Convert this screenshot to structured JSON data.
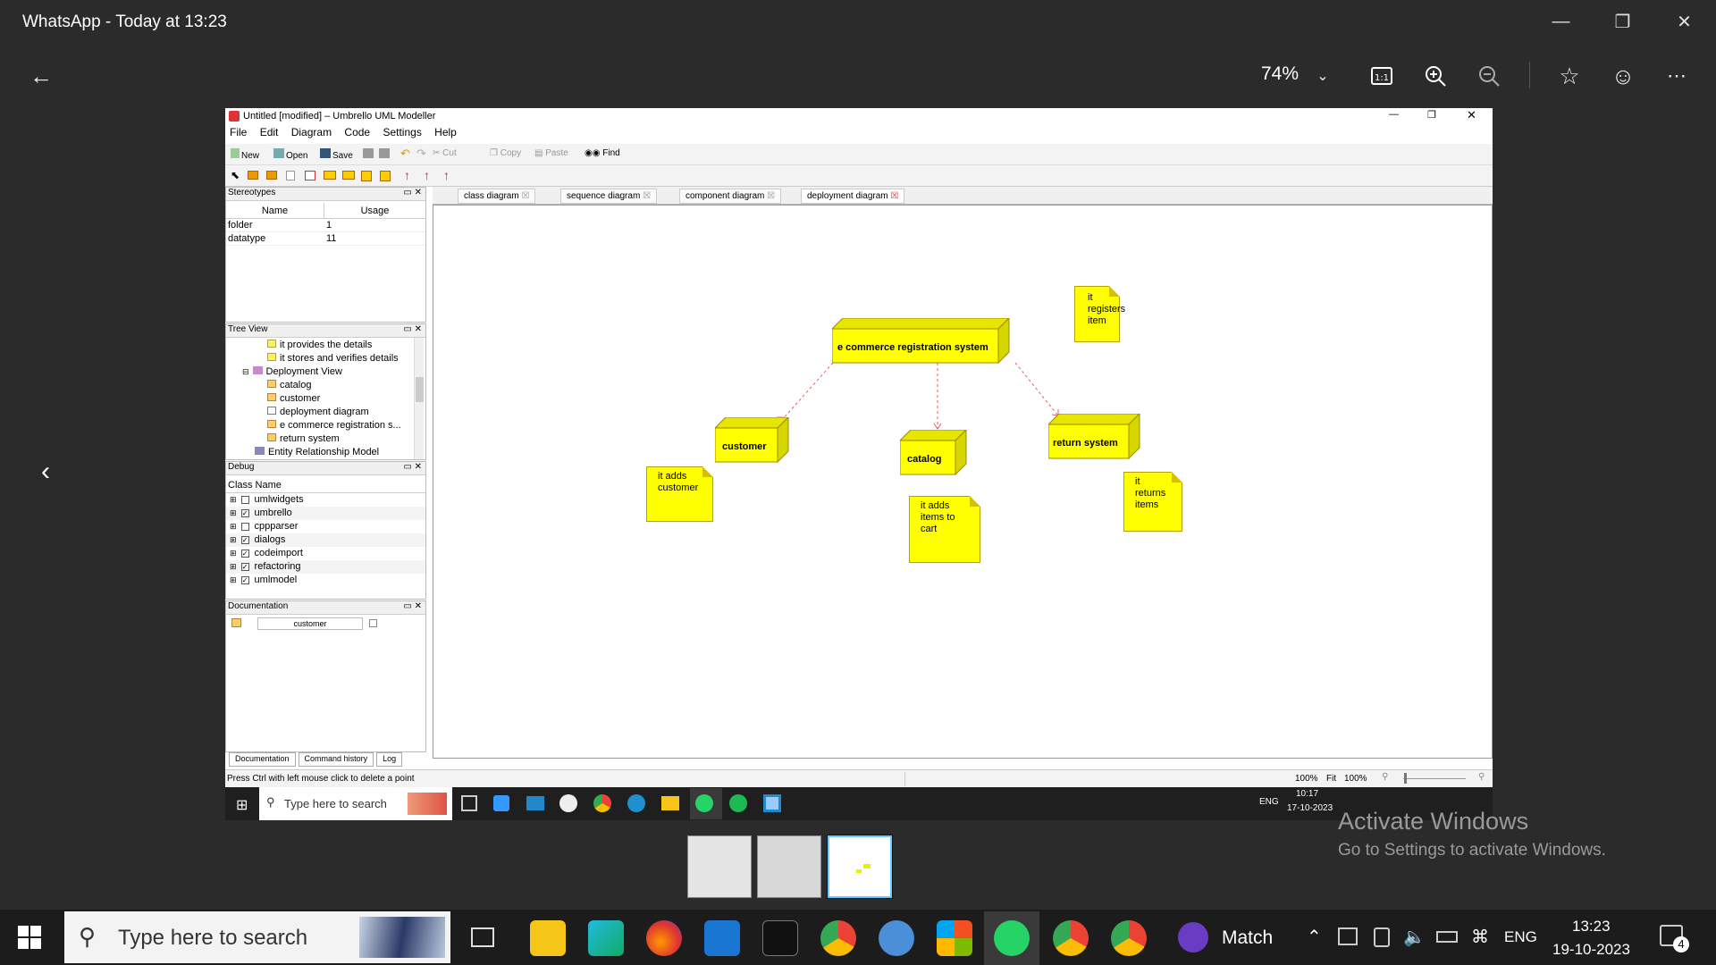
{
  "viewer": {
    "title": "WhatsApp - Today at 13:23",
    "zoom": "74%",
    "watermark_title": "Activate Windows",
    "watermark_sub": "Go to Settings to activate Windows."
  },
  "umbrello": {
    "title": "Untitled [modified] – Umbrello UML Modeller",
    "menu": [
      "File",
      "Edit",
      "Diagram",
      "Code",
      "Settings",
      "Help"
    ],
    "toolbar": {
      "new": "New",
      "open": "Open",
      "save": "Save",
      "cut": "Cut",
      "copy": "Copy",
      "paste": "Paste",
      "find": "Find"
    },
    "stereotypes": {
      "header": "Stereotypes",
      "col_name": "Name",
      "col_usage": "Usage",
      "rows": [
        {
          "name": "folder",
          "usage": "1"
        },
        {
          "name": "datatype",
          "usage": "11"
        }
      ]
    },
    "tree": {
      "header": "Tree View",
      "items": [
        "it provides the details",
        "it stores and verifies details",
        "Deployment View",
        "catalog",
        "customer",
        "deployment diagram",
        "e commerce registration s...",
        "return system",
        "Entity Relationship Model"
      ]
    },
    "debug": {
      "header": "Debug",
      "col": "Class Name",
      "items": [
        {
          "name": "umlwidgets",
          "checked": false
        },
        {
          "name": "umbrello",
          "checked": true
        },
        {
          "name": "cppparser",
          "checked": false
        },
        {
          "name": "dialogs",
          "checked": true
        },
        {
          "name": "codeimport",
          "checked": true
        },
        {
          "name": "refactoring",
          "checked": true
        },
        {
          "name": "umlmodel",
          "checked": true
        }
      ]
    },
    "documentation": {
      "header": "Documentation",
      "field": "customer"
    },
    "bottom_tabs": [
      "Documentation",
      "Command history",
      "Log"
    ],
    "diagram_tabs": [
      "class diagram",
      "sequence diagram",
      "component diagram",
      "deployment diagram"
    ],
    "nodes": {
      "ecommerce": "e commerce registration system",
      "customer": "customer",
      "catalog": "catalog",
      "return_system": "return system"
    },
    "notes": {
      "registers": "it registers item",
      "adds_customer": "it adds customer",
      "adds_items": "it adds items to cart",
      "returns": "it returns items"
    },
    "status": "Press Ctrl with left mouse click to delete a point",
    "zoom_left": "100%",
    "fit": "Fit",
    "zoom_right": "100%",
    "inner_taskbar": {
      "search": "Type here to search",
      "lang": "ENG",
      "time": "10:17",
      "date": "17-10-2023"
    }
  },
  "taskbar": {
    "search": "Type here to search",
    "match": "Match",
    "lang": "ENG",
    "time": "13:23",
    "date": "19-10-2023",
    "notif": "4"
  }
}
